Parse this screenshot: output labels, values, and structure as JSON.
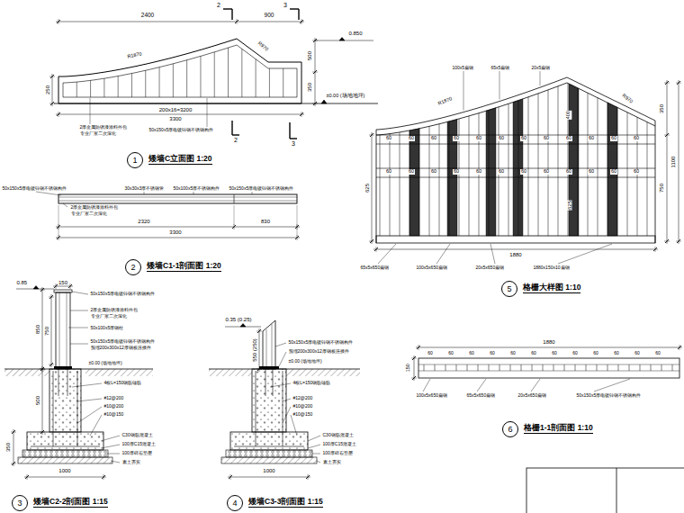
{
  "diagram": {
    "nodes": [
      {
        "text": [
          "1",
          "矮墙C立面图 1:20"
        ]
      },
      {
        "text": [
          "2",
          "矮墙C1-1剖面图 1:20"
        ]
      },
      {
        "text": [
          "3",
          "矮墙C2-2剖面图 1:15"
        ]
      },
      {
        "text": [
          "4",
          "矮墙C3-3剖面图 1:15"
        ]
      },
      {
        "text": [
          "5",
          "格栅大样图 1:10"
        ]
      },
      {
        "text": [
          "6",
          "格栅1-1剖面图 1:10"
        ]
      }
    ],
    "labels": [
      "2400",
      "900",
      "2",
      "3",
      "R1870",
      "R970",
      "0.850",
      "500",
      "350",
      "±0.00 (场地地坪)",
      "250",
      "200x16=3200",
      "3300",
      "2厚金属防锈漆涂料外包",
      "专业厂家二次深化",
      "50x150x5厚电镀锌钢不锈钢构件",
      "2",
      "3",
      "50x150x5厚电镀锌钢不锈钢构件",
      "2厚金属防锈漆涂料外包",
      "专业厂家二次深化",
      "30x30x3厚不锈钢管",
      "50x100x5厚不锈钢构件",
      "50x150x5厚电镀锌钢不锈钢构件",
      "2320",
      "830",
      "3300",
      "0.85",
      "150",
      "850",
      "750",
      "50x150x5厚电镀锌钢不锈钢构件",
      "2厚金属防锈漆涂料外包",
      "专业厂家二次深化",
      "50x100x5厚钢柱",
      "50x150x5厚电镀锌钢不锈钢构件",
      "预埋200x300x12厚钢板连接件",
      "±0.00 (场地地坪)",
      "4根L=150钢筋锚筋",
      "#12@200",
      "#10@200",
      "#10@150",
      "C30钢筋混凝土",
      "100厚C15混凝土",
      "100厚碎石垫层",
      "素土夯实",
      "500",
      "350",
      "1000",
      "0.35 (0.25)",
      "550 (250)",
      "50x150x5厚电镀锌钢不锈钢构件",
      "预埋200x300x12厚钢板连接件",
      "±0.00 (场地地坪)",
      "4根L=150钢筋锚筋",
      "#12@200",
      "#10@200",
      "#10@150",
      "C30钢筋混凝土",
      "100厚C15混凝土",
      "100厚碎石垫层",
      "素土夯实",
      "1000",
      "100x5扁钢",
      "65x5扁钢",
      "20x5扁钢",
      "R1870",
      "R970",
      "400",
      "350",
      "750",
      "1100",
      "625",
      "625",
      "1880",
      "65x5x650扁钢",
      "100x5x650扁钢",
      "20x5x650扁钢",
      "1880x150x10扁钢",
      "60",
      "60",
      "60",
      "60",
      "60",
      "60",
      "60",
      "60",
      "60",
      "60",
      "60",
      "60",
      "60",
      "60",
      "60",
      "60",
      "60",
      "60",
      "60",
      "60",
      "60",
      "60",
      "60",
      "60",
      "1880",
      "150",
      "100x5x650扁钢",
      "65x5x650扁钢",
      "20x5x650扁钢",
      "50x150x5厚电镀锌钢不锈钢构件",
      "60",
      "60",
      "60",
      "60",
      "60",
      "60",
      "60",
      "60",
      "60",
      "60",
      "60",
      "60"
    ]
  }
}
